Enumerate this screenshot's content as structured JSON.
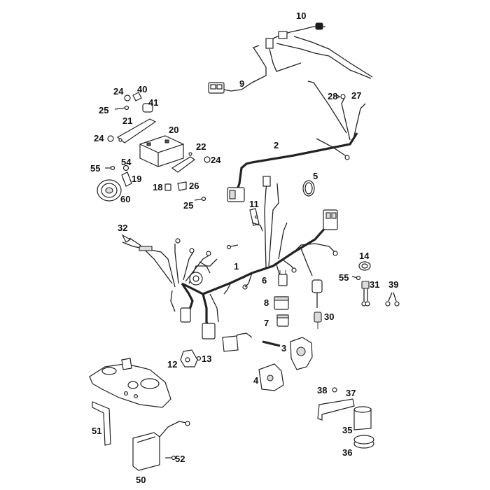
{
  "callouts": {
    "c1": "1",
    "c2": "2",
    "c3": "3",
    "c4": "4",
    "c5": "5",
    "c6": "6",
    "c7": "7",
    "c8": "8",
    "c9": "9",
    "c10": "10",
    "c11": "11",
    "c12": "12",
    "c13": "13",
    "c14": "14",
    "c18": "18",
    "c19": "19",
    "c20": "20",
    "c21": "21",
    "c22": "22",
    "c24a": "24",
    "c24b": "24",
    "c24c": "24",
    "c25a": "25",
    "c25b": "25",
    "c26": "26",
    "c27": "27",
    "c28": "28",
    "c30": "30",
    "c31": "31",
    "c32": "32",
    "c35": "35",
    "c36": "36",
    "c37": "37",
    "c38": "38",
    "c39": "39",
    "c40": "40",
    "c41": "41",
    "c50": "50",
    "c51": "51",
    "c52": "52",
    "c54": "54",
    "c55a": "55",
    "c55b": "55",
    "c60": "60"
  },
  "colors": {
    "line": "#222222",
    "fill": "#ffffff",
    "shade": "#dcdcdc"
  }
}
